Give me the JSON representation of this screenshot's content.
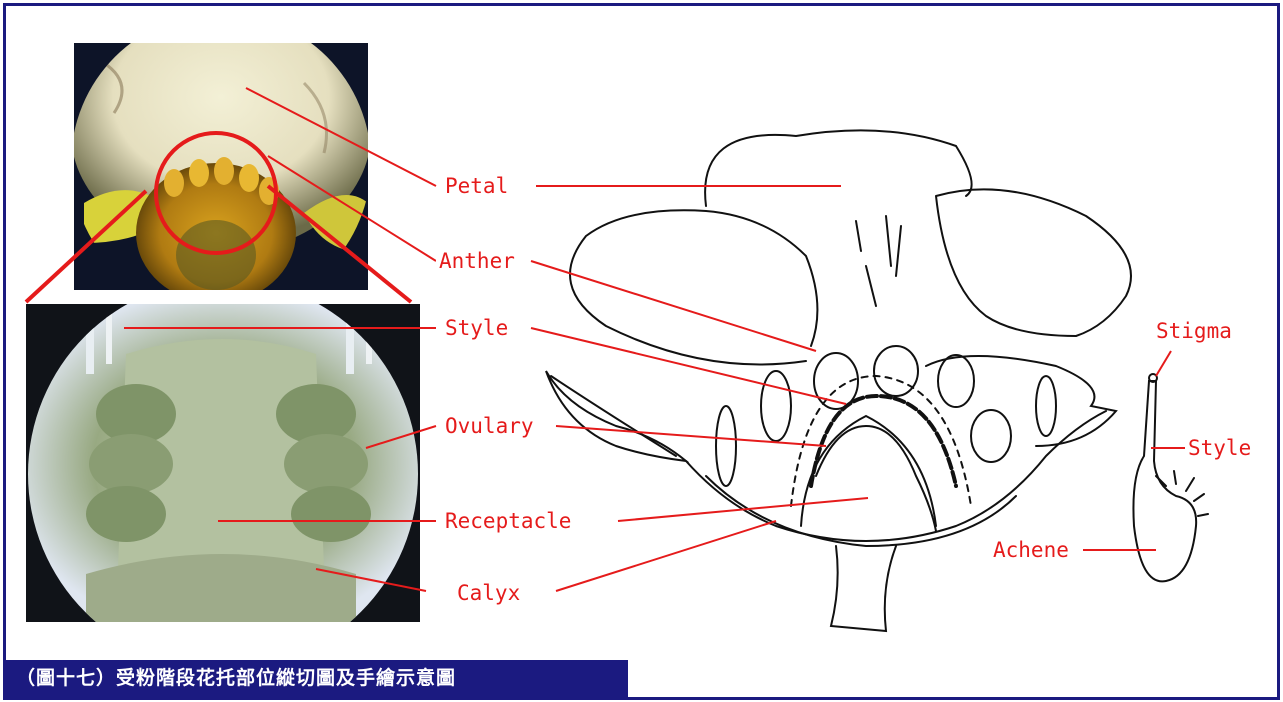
{
  "caption": "（圖十七）受粉階段花托部位縱切圖及手繪示意圖",
  "labels": {
    "petal": "Petal",
    "anther": "Anther",
    "style": "Style",
    "ovulary": "Ovulary",
    "receptacle": "Receptacle",
    "calyx": "Calyx",
    "stigma": "Stigma",
    "style_right": "Style",
    "achene": "Achene"
  },
  "colors": {
    "frame": "#1b1a80",
    "caption_bg": "#1b1a80",
    "leader": "#e51b1b",
    "label_text": "#e51b1b",
    "drawing_stroke": "#111111"
  }
}
